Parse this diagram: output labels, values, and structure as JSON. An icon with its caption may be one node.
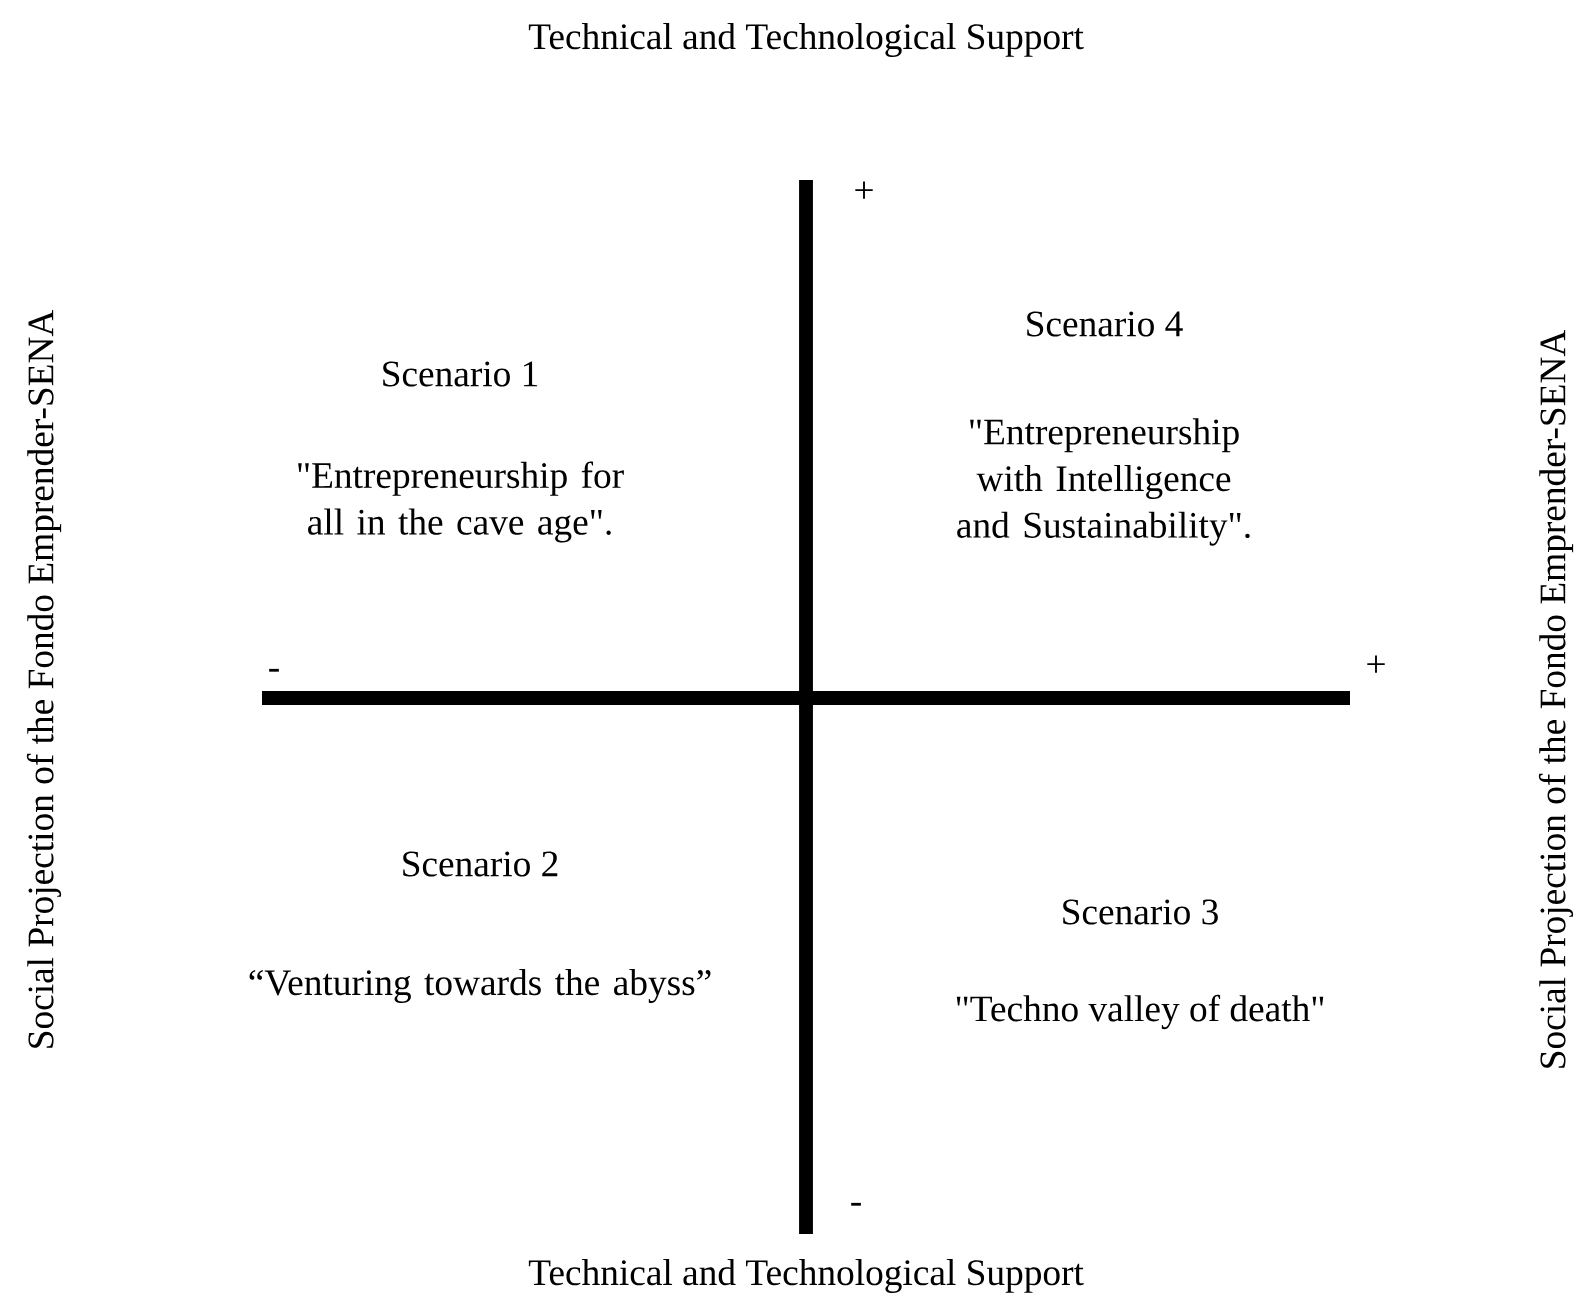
{
  "diagram": {
    "labels": [
      "Technical and Technological Support",
      "Social Projection of the Fondo Emprender-SENA",
      "+",
      "Social Projection of the Fondo Emprender-SENA",
      "Scenario 4",
      "Scenario 1",
      "\"Entrepreneurship with Intelligence and Sustainability\".",
      "\"Entrepreneurship for all in the cave age\".",
      "-",
      "+",
      "Scenario 2",
      "Scenario 3",
      "“Venturing towards the abyss”",
      "\"Techno valley of death\"",
      "-",
      "Technical and Technological Support"
    ]
  }
}
